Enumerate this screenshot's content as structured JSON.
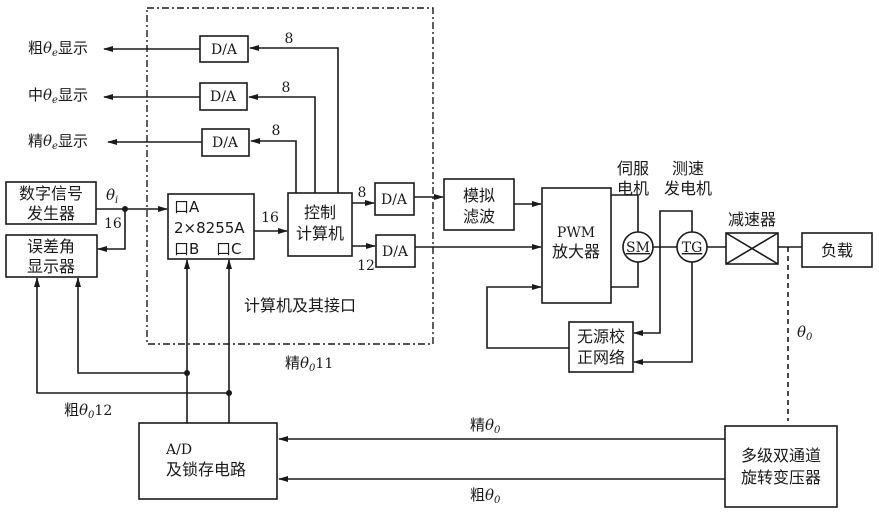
{
  "diagram": {
    "outputs": {
      "coarse": "粗θₑ显示",
      "coarse_prefix": "粗",
      "mid_prefix": "中",
      "fine_prefix": "精",
      "theta": "θ",
      "sub_e": "e",
      "display": "显示"
    },
    "blocks": {
      "da": "D/A",
      "signal_gen_line1": "数字信号",
      "signal_gen_line2": "发生器",
      "error_disp_line1": "误差角",
      "error_disp_line2": "显示器",
      "port_a": "口A",
      "chip": "2×8255A",
      "port_b": "口B",
      "port_c": "口C",
      "control_line1": "控制",
      "control_line2": "计算机",
      "filter_line1": "模拟",
      "filter_line2": "滤波",
      "pwm_line1": "PWM",
      "pwm_line2": "放大器",
      "sm": "SM",
      "tg": "TG",
      "servo_line1": "伺服",
      "servo_line2": "电机",
      "tacho_line1": "测速",
      "tacho_line2": "发电机",
      "reducer": "减速器",
      "load": "负载",
      "passive_line1": "无源校",
      "passive_line2": "正网络",
      "adc_line1": "A/D",
      "adc_line2": "及锁存电路",
      "resolver_line1": "多级双通道",
      "resolver_line2": "旋转变压器",
      "computer_group": "计算机及其接口"
    },
    "labels": {
      "bits_8": "8",
      "bits_12": "12",
      "bits_16": "16",
      "theta_i_sub": "i",
      "theta_0_sub": "0",
      "fine": "精",
      "coarse": "粗",
      "fine_bits": "11",
      "coarse_bits": "12"
    }
  }
}
